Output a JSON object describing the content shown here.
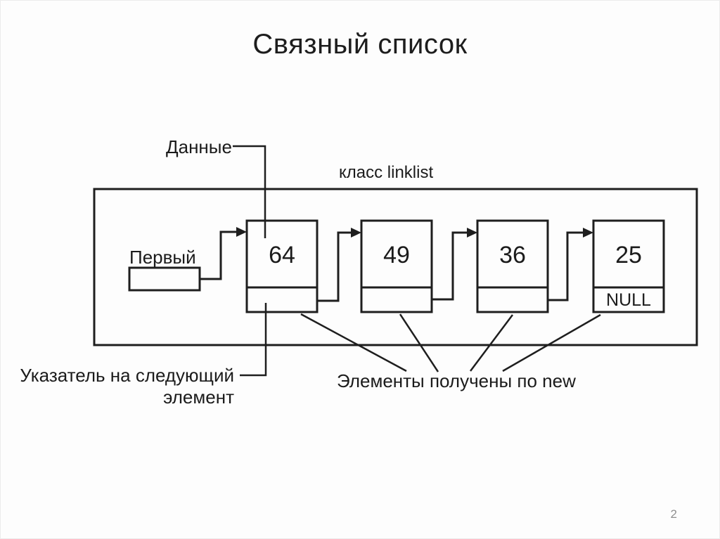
{
  "slide": {
    "title": "Связный список",
    "page_number": "2"
  },
  "figure": {
    "class_label": "класс linklist",
    "data_label": "Данные",
    "first_label": "Первый",
    "next_pointer_label": [
      "Указатель на следующий",
      "элемент"
    ],
    "new_label": "Элементы получены по new",
    "nodes": [
      {
        "value": "64",
        "pointer": ""
      },
      {
        "value": "49",
        "pointer": ""
      },
      {
        "value": "36",
        "pointer": ""
      },
      {
        "value": "25",
        "pointer": "NULL"
      }
    ],
    "colors": {
      "ink": "#1e1e1e",
      "title": "#1d1d1d",
      "page_number": "#8f8f8f",
      "background": "#fdfdfd"
    }
  }
}
